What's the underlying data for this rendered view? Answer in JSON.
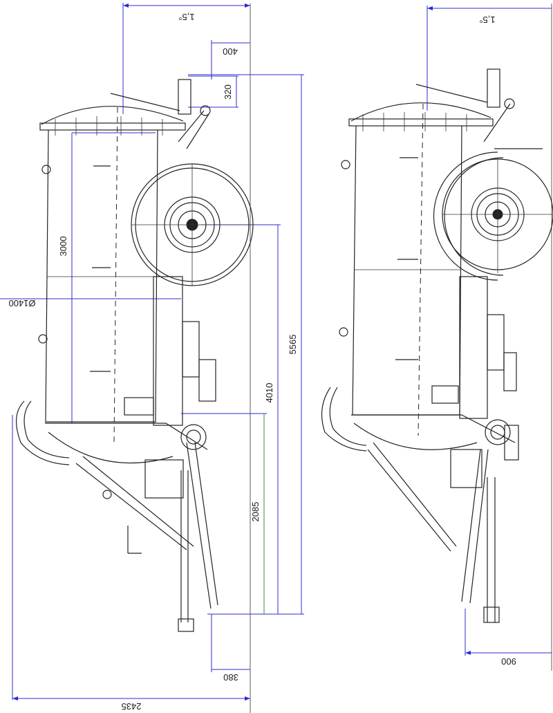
{
  "diagram": {
    "left_view": {
      "angle_label": "1,5°",
      "dim_top_offset": "400",
      "dim_head": "320",
      "dim_diameter": "Ø1400",
      "dim_height_tank": "3000",
      "dim_total_height": "5565",
      "dim_wheel_axis": "4010",
      "dim_lower": "2085",
      "dim_foot_offset": "380",
      "dim_total_width": "2435"
    },
    "right_view": {
      "angle_label": "1,5°",
      "dim_width": "900"
    },
    "colors": {
      "dimension_blue": "#2b2bd6",
      "dimension_green": "#3a8a3a",
      "ink": "#222222"
    }
  }
}
